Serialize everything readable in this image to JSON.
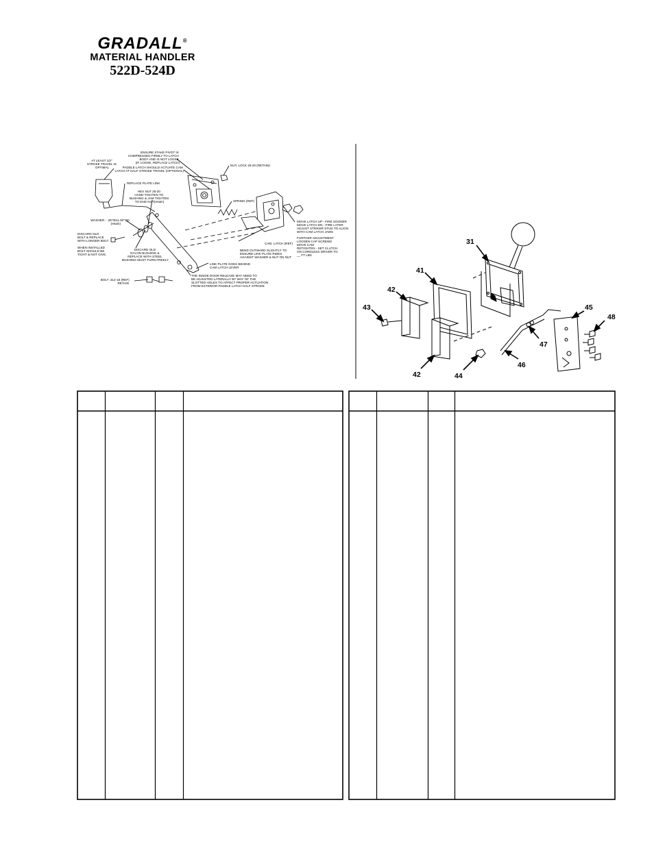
{
  "header": {
    "brand": "GRADALL",
    "registered": "®",
    "product": "MATERIAL HANDLER",
    "model": "522D-524D"
  },
  "left_diagram": {
    "labels": {
      "stroke": [
        "AT LEAST 1/2\"",
        "STROKE TRAVEL IS",
        "OPTIMAL"
      ],
      "stake": [
        "ENSURE STAKE PIVOT IS",
        "COMPRESSED FIRMLY TO LATCH",
        "BODY AND IS NOT LOOSE",
        "(IF LOOSE, REPLACE LATCH)"
      ],
      "paddle": [
        "PADDLE LATCH SHOULD ACTUATE CAM",
        "LATCH AT HALF STROKE TRAVEL (OPTIONAL)"
      ],
      "nut_lock": [
        "NUT, LOCK 25-20 (RETAIN)"
      ],
      "replace_plate": [
        "REPLACE PLATE LINK"
      ],
      "hex_nut": [
        "HEX NUT 25-20",
        "HAND TIGHTEN TO",
        "BUSHING & JAM TIGHTEN",
        "TO END NUT(retain)"
      ],
      "spring": [
        "SPRING (REF)"
      ],
      "washer": [
        "WASHER - .28\"IDx1.00\"OD",
        "(retain)"
      ],
      "discard_bolt": [
        "DISCARD OLD",
        "BOLT & REPLACE",
        "WITH LONGER BOLT.",
        "",
        "WHEN INSTALLED",
        "BOLT SHOULD BE",
        "TIGHT & NOT GIVE."
      ],
      "discard_bushing": [
        "DISCARD OLD",
        "NYLON BUSHING &",
        "REPLACE WITH STEEL",
        "BUSHING MUST TURN FREELY"
      ],
      "move_latch": [
        "MOVE LATCH UP - FIRE SOONER",
        "MOVE LATCH DN - FIRE LATER",
        "ADJUST STRIKER STUD TO ALIGN",
        "WITH CAM LATCH JAWS",
        "",
        "FURTHER ADJUSTMENT",
        "LOOSEN CAP SCREWS",
        "MOVE CAM",
        "RETIGHTEN - SET CLUTCH",
        "ON CORDLESS DRIVER TO",
        "__ FT LBS"
      ],
      "cam_latch": [
        "CAM, LATCH (REF)"
      ],
      "bend": [
        "BEND OUTWARD SLIGHTLY TO",
        "ENSURE LINK PLATE RIDES",
        "AGAINST WASHER & NUT ON NUT"
      ],
      "link_plate": [
        "LINK PLATE GOES BEHIND",
        "CAM LATCH LEVER"
      ],
      "inside_door": [
        "THE INSIDE DOOR RELEASE MAY NEED TO",
        "BE ADJUSTED LATERALLY BY WAY OF THE",
        "SLOTTED HOLES TO AFFECT PROPER ACTUATION",
        "FROM EXTERIOR PADDLE LATCH HALF STROKE"
      ],
      "bolt": [
        "BOLT .312-18 (REF)",
        "RETAIN"
      ]
    }
  },
  "right_diagram": {
    "callouts": [
      "31",
      "41",
      "42",
      "43",
      "42",
      "44",
      "45",
      "46",
      "47",
      "48"
    ]
  },
  "tables": {
    "left": {
      "headers": [
        "",
        "",
        "",
        ""
      ]
    },
    "right": {
      "headers": [
        "",
        "",
        "",
        ""
      ]
    }
  }
}
